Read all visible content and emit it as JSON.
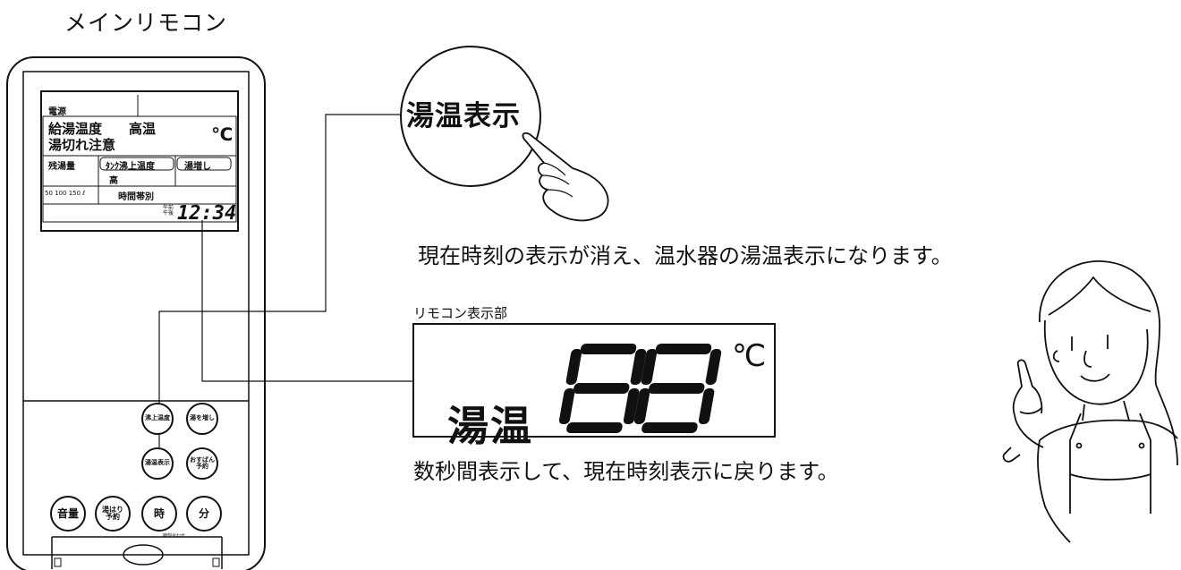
{
  "title": "メインリモコン",
  "remote": {
    "lcd": {
      "power": "電源",
      "supply_temp": "給湯温度",
      "level": "高温",
      "unit": "℃",
      "shortage_warning": "湯切れ注意",
      "remaining_label": "残湯量",
      "tag_boil_temp": "ﾀﾝｸ沸上温度",
      "tag_add_heat": "湯増し",
      "boil_level": "高",
      "scale": "50 100 150 ℓ",
      "time_band": "時間帯別",
      "ampm": "午前\n午後",
      "clock": "12:34"
    },
    "buttons": [
      {
        "label": "沸上温度"
      },
      {
        "label": "湯を増し"
      },
      {
        "label": "湯温表示"
      },
      {
        "label": "おすばん\n予約"
      },
      {
        "label": "音量"
      },
      {
        "label": "湯はり\n予約"
      },
      {
        "label": "時"
      },
      {
        "label": "分"
      }
    ],
    "time_set_caption": "時刻合わせ"
  },
  "callout": {
    "label": "湯温表示"
  },
  "sentence_top": "現在時刻の表示が消え、温水器の湯温表示になります。",
  "display": {
    "caption": "リモコン表示部",
    "word": "湯温",
    "digits": "88",
    "unit": "℃"
  },
  "sentence_bottom": "数秒間表示して、現在時刻表示に戻ります。"
}
